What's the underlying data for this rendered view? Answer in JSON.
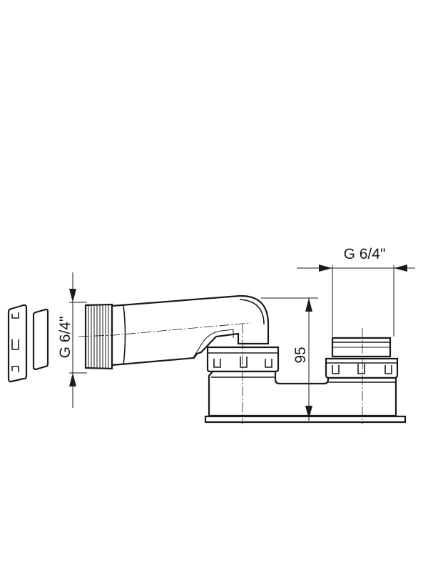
{
  "dimensions": {
    "pipe_thread": "G 6/4\"",
    "outlet_thread": "G 6/4\"",
    "height": "95"
  },
  "colors": {
    "line": "#1a1a1a",
    "background": "#ffffff"
  }
}
